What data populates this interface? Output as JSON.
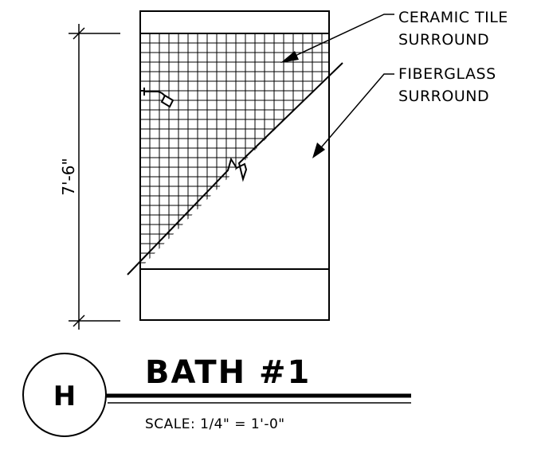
{
  "labels": {
    "ceramic_line1": "CERAMIC TILE",
    "ceramic_line2": "SURROUND",
    "fiberglass_line1": "FIBERGLASS",
    "fiberglass_line2": "SURROUND",
    "height_dimension": "7'-6\""
  },
  "title_block": {
    "tag": "H",
    "title": "BATH #1",
    "scale": "SCALE: 1/4\" = 1'-0\""
  },
  "colors": {
    "ink": "#000000",
    "paper": "#ffffff"
  },
  "icons": {
    "shower_head": "shower-head-icon"
  }
}
